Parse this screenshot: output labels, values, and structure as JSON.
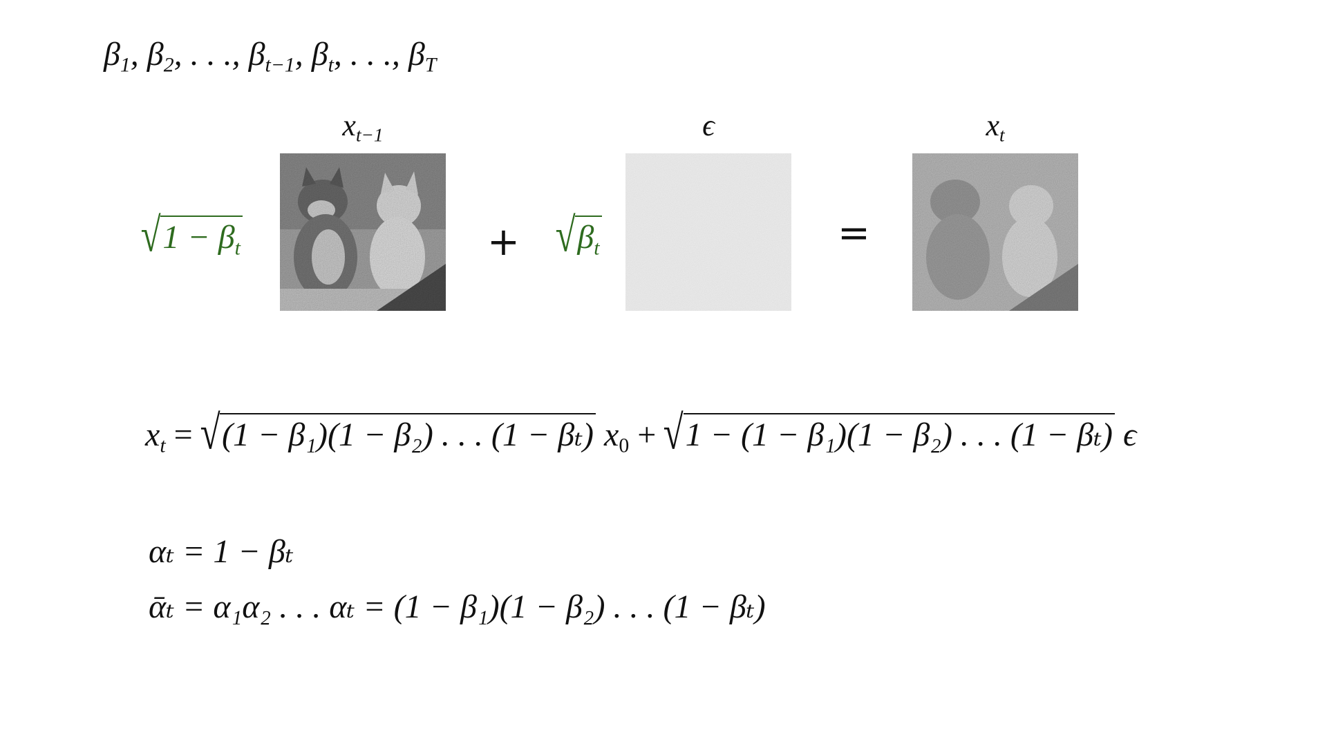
{
  "schedule": {
    "beta": "β",
    "subs": [
      "1",
      "2",
      "t−1",
      "t",
      "T"
    ],
    "comma": ",",
    "ellipsis": ". . ."
  },
  "diagram": {
    "prev_label_base": "x",
    "prev_label_sub": "t−1",
    "noise_label": "ϵ",
    "next_label_base": "x",
    "next_label_sub": "t",
    "coef_prev_radicand": "1 − β",
    "coef_prev_sub": "t",
    "coef_noise_radicand": "β",
    "coef_noise_sub": "t",
    "plus": "+",
    "equals": "=",
    "coef_color": "#2e6b1f"
  },
  "equation_xt": {
    "lhs_base": "x",
    "lhs_sub": "t",
    "eq": "=",
    "radicand1": "(1 − β₁)(1 − β₂) . . . (1 − βₜ)",
    "x0_base": "x",
    "x0_sub": "0",
    "plus": "+",
    "radicand2": "1 − (1 − β₁)(1 − β₂) . . . (1 − βₜ)",
    "eps": "ϵ"
  },
  "equation_alpha": {
    "line1": "αₜ = 1 − βₜ",
    "line2_lhs": "ᾱₜ = α₁α₂ . . . αₜ = (1 − β₁)(1 − β₂) . . . (1 − βₜ)"
  }
}
